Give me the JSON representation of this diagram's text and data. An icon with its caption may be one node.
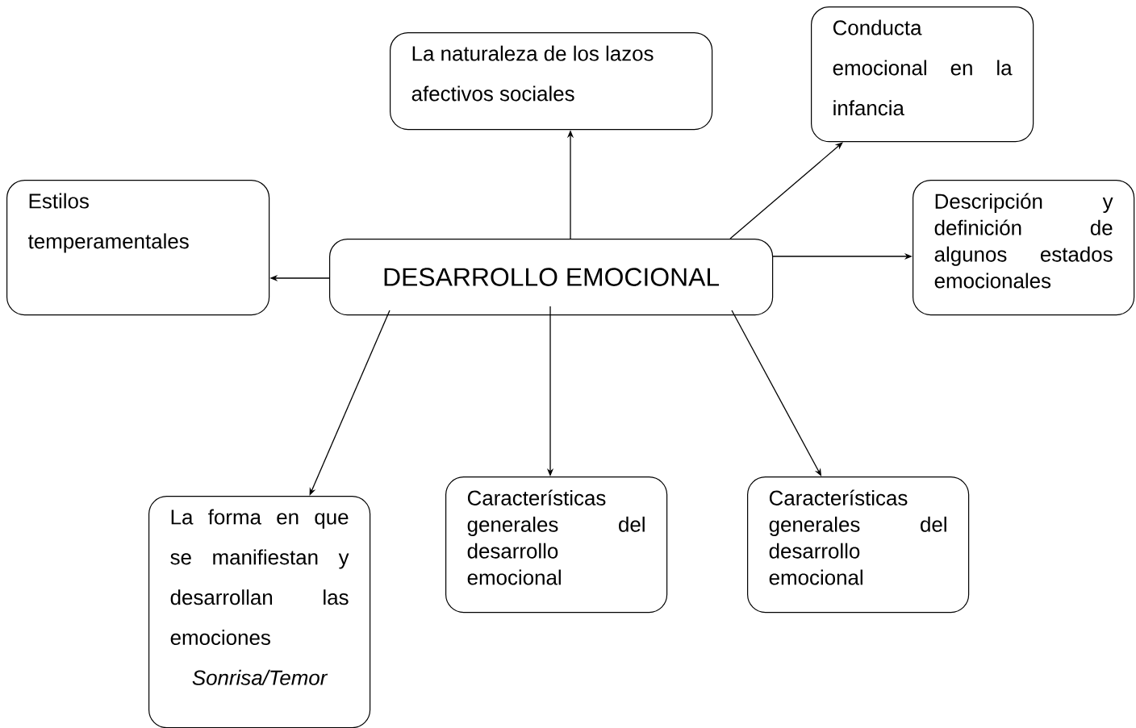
{
  "diagram": {
    "nodes": [
      {
        "text": [
          "La naturaleza de los lazos afectivos sociales"
        ]
      },
      {
        "text": [
          "Conducta emocional en la infancia"
        ]
      },
      {
        "text": [
          "Estilos temperamentales"
        ]
      },
      {
        "text": [
          "DESARROLLO EMOCIONAL"
        ]
      },
      {
        "text": [
          "Descripción y definición de algunos estados emocionales"
        ]
      },
      {
        "text": [
          "La forma en que se manifiestan y desarrollan las emociones",
          "Sonrisa/Temor"
        ]
      },
      {
        "text": [
          "Características generales del desarrollo emocional"
        ]
      },
      {
        "text": [
          "Características generales del desarrollo emocional"
        ]
      }
    ],
    "edges": [
      {
        "from": 3,
        "to": 0,
        "arrow": "to"
      },
      {
        "from": 3,
        "to": 1,
        "arrow": "to"
      },
      {
        "from": 3,
        "to": 2,
        "arrow": "to"
      },
      {
        "from": 3,
        "to": 4,
        "arrow": "to"
      },
      {
        "from": 3,
        "to": 5,
        "arrow": "to"
      },
      {
        "from": 3,
        "to": 6,
        "arrow": "to"
      },
      {
        "from": 3,
        "to": 7,
        "arrow": "to"
      }
    ]
  }
}
